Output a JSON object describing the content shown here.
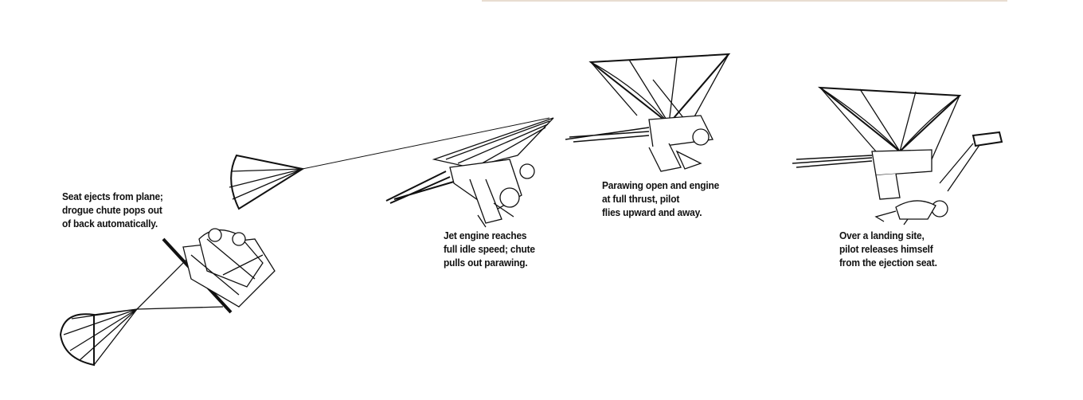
{
  "steps": [
    {
      "lines": [
        "Seat ejects from plane;",
        "drogue chute pops out",
        "of back automatically."
      ]
    },
    {
      "lines": [
        "Jet engine reaches",
        "full idle speed; chute",
        "pulls out parawing."
      ]
    },
    {
      "lines": [
        "Parawing open and engine",
        "at full thrust, pilot",
        "flies upward and away."
      ]
    },
    {
      "lines": [
        "Over a landing site,",
        "pilot releases himself",
        "from the ejection seat."
      ]
    }
  ]
}
